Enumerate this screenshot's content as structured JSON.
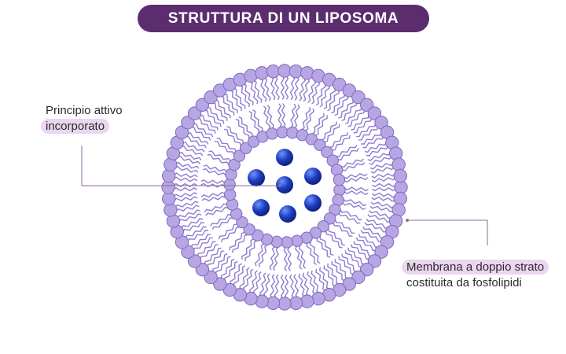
{
  "title": "STRUTTURA DI UN LIPOSOMA",
  "labels": {
    "active_ingredient": {
      "line1": "Principio attivo",
      "line2": "incorporato"
    },
    "membrane": {
      "line1": "Membrana a doppio strato",
      "line2": "costituita da fosfolipidi"
    }
  },
  "colors": {
    "title_bg": "#5b2d6e",
    "head_fill": "#b7a6e3",
    "head_stroke": "#7d68bf",
    "tail": "#8f7cd0",
    "drug": "#1f3fbf",
    "leader": "#8b6a9c",
    "highlight": "#ead6ef"
  },
  "counts": {
    "outer_heads": 64,
    "inner_heads": 34,
    "drug_particles": 7
  }
}
